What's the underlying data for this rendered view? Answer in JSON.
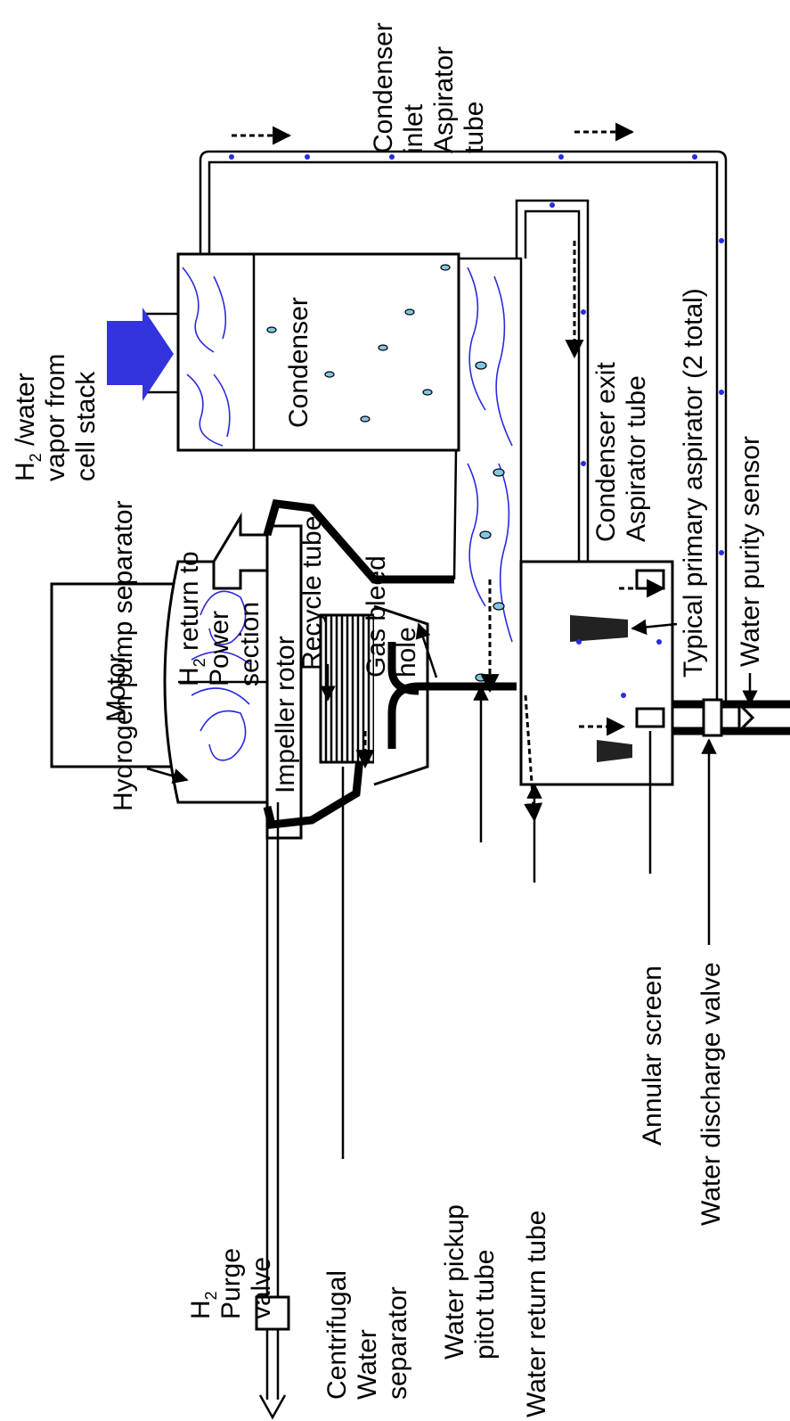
{
  "labels": {
    "condenser_inlet_aspirator_tube": [
      "Condenser",
      "inlet",
      "Aspirator",
      "tube"
    ],
    "h2_water_vapor": [
      "H",
      "2",
      " /water",
      "vapor from",
      "cell stack"
    ],
    "condenser": "Condenser",
    "hydrogen_pump_separator": "Hydrogen pump separator",
    "h2_return_power_section": [
      "H",
      "2",
      " return to",
      "Power",
      "section"
    ],
    "recycle_tube": "Recycle tube",
    "gas_bleed_hole": [
      "Gas bleed",
      "hole"
    ],
    "condenser_exit_aspirator_tube": [
      "Condenser exit",
      "Aspirator tube"
    ],
    "typical_primary_aspirator": "Typical primary aspirator (2 total)",
    "water_purity_sensor": "Water purity sensor",
    "motor": "Motor",
    "impeller_rotor": "Impeller rotor",
    "h2_purge_valve": [
      "H",
      "2",
      "Purge",
      "valve"
    ],
    "centrifugal_water_separator": [
      "Centrifugal",
      "Water",
      "separator"
    ],
    "water_pickup_pitot_tube": [
      "Water pickup",
      "pitot tube"
    ],
    "water_return_tube": "Water return tube",
    "annular_screen": "Annular screen",
    "water_discharge_valve": "Water discharge valve"
  },
  "colors": {
    "flow": "#2a2ae0",
    "droplet": "#7fc7e8",
    "vapor_arrow": "#3333dd"
  }
}
